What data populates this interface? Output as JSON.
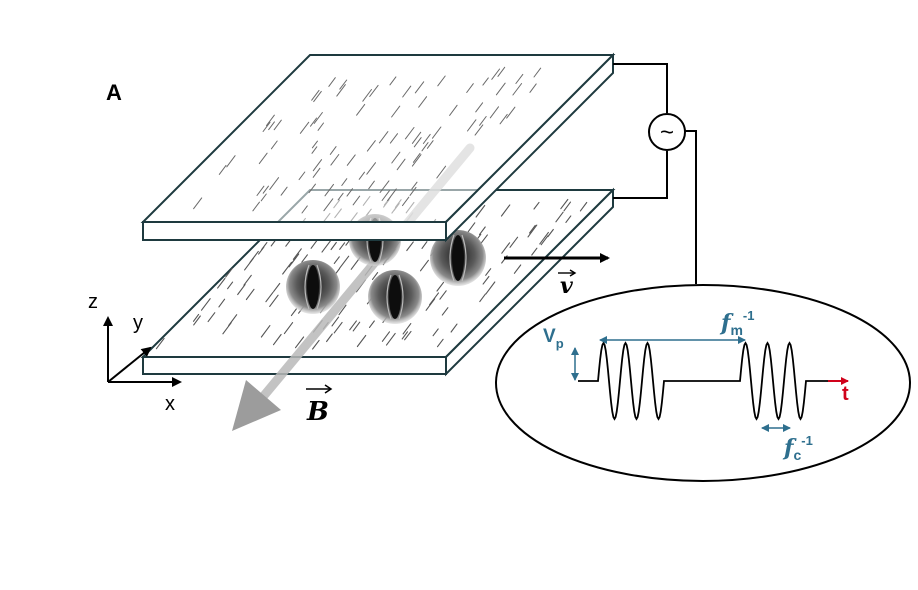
{
  "panel": {
    "label": "A"
  },
  "axes": {
    "x": "x",
    "y": "y",
    "z": "z"
  },
  "field": {
    "label": "B"
  },
  "velocity": {
    "label": "v"
  },
  "source": {
    "symbol": "~"
  },
  "waveform": {
    "amplitude": {
      "base": "V",
      "sub": "p"
    },
    "modulation": {
      "base": "f",
      "sub": "m",
      "sup": "-1"
    },
    "carrier": {
      "base": "f",
      "sub": "c",
      "sup": "-1"
    },
    "time": "t"
  },
  "colors": {
    "plate_edge": "#1e3a3f",
    "plate_fill": "#ffffff",
    "wire": "#000000",
    "label_blue": "#2e6f8e",
    "time_red": "#d0021b",
    "field_arrow": "#9c9c9c"
  }
}
